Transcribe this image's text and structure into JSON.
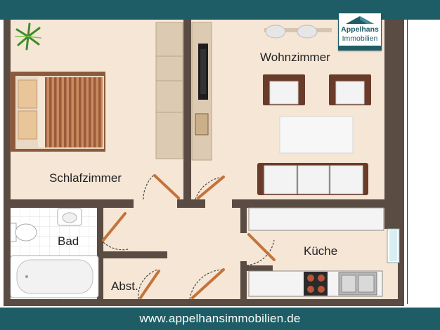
{
  "brand": {
    "logo_line1": "Appelhans",
    "logo_line2": "Immobilien",
    "colors": {
      "bar": "#1f5d66",
      "wall": "#5b4c43",
      "floor": "#f5e6d6"
    }
  },
  "footer": {
    "url": "www.appelhansimmobilien.de"
  },
  "rooms": {
    "living": "Wohnzimmer",
    "bedroom": "Schlafzimmer",
    "bath": "Bad",
    "kitchen": "Küche",
    "storage": "Abst."
  },
  "icons": [
    "plant-icon",
    "bed-icon",
    "tv-icon",
    "armchair-icon",
    "sofa-icon",
    "bathtub-icon",
    "toilet-icon",
    "sink-icon",
    "stove-icon",
    "kitchen-sink-icon",
    "door-icon"
  ]
}
